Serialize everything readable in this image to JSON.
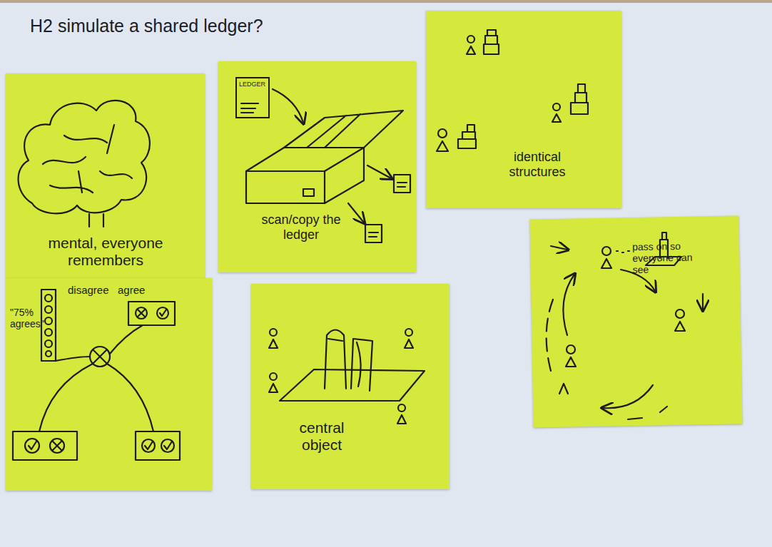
{
  "diagram": {
    "title": "H2 simulate a shared ledger?",
    "nodes": [
      {
        "text": [
          "mental, everyone remembers"
        ]
      },
      {
        "text": [
          "scan/copy the ledger"
        ]
      },
      {
        "text": [
          "LEDGER"
        ],
        "in": 1
      },
      {
        "text": [
          "identical structures"
        ]
      },
      {
        "text": [
          "pass on so everyone can see"
        ]
      },
      {
        "text": [
          "disagree",
          "agree",
          "\"75% agrees\""
        ]
      },
      {
        "text": [
          "central object"
        ]
      }
    ]
  }
}
